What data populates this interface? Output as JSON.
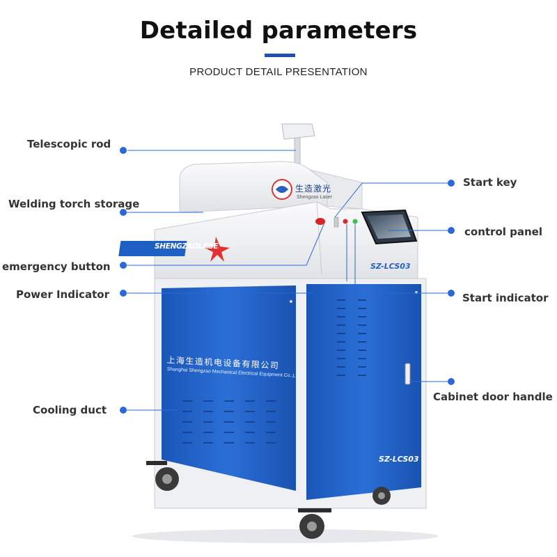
{
  "header": {
    "title": "Detailed parameters",
    "subtitle": "PRODUCT DETAIL PRESENTATION"
  },
  "callouts": {
    "telescopic_rod": "Telescopic rod",
    "welding_torch_storage": "Welding torch storage",
    "emergency_button": "emergency button",
    "power_indicator": "Power Indicator",
    "cooling_duct": "Cooling duct",
    "start_key": "Start key",
    "control_panel": "control panel",
    "start_indicator": "Start indicator",
    "cabinet_door_handle": "Cabinet door handle"
  },
  "machine": {
    "brand": "SHENGZAOLASER",
    "model_top": "SZ-LCS03",
    "model_bottom": "SZ-LCS03",
    "company_cn": "上海生造机电设备有限公司",
    "company_en": "Shanghai Shengzao Mechanical Electrical Equipment Co.,Ltd",
    "logo_cn": "生造激光",
    "logo_en": "Shengzao Laser"
  },
  "colors": {
    "accent": "#1f4fb5",
    "dot": "#2a68d8",
    "cabinet_blue": "#1e5fc4",
    "body_white": "#f2f3f5"
  },
  "icons": [
    "callout-dot-icon",
    "warning-star-icon",
    "logo-icon"
  ]
}
